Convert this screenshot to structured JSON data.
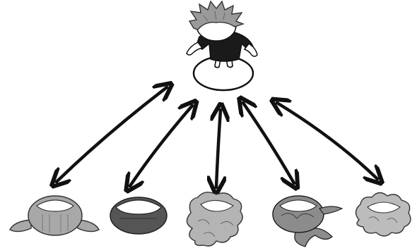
{
  "scene": {
    "center_figure": {
      "icon": "chibi-character-top-view",
      "hair_color": "#9a9a9a",
      "shirt_color": "#1a1a1a"
    },
    "arrows": {
      "count": 5,
      "style": "double-headed",
      "color": "#111111"
    },
    "heads": [
      {
        "icon": "head-twin-tails",
        "hair_color": "#a8a8a8"
      },
      {
        "icon": "head-dark-bob",
        "hair_color": "#555555"
      },
      {
        "icon": "head-curly-long",
        "hair_color": "#b4b4b4"
      },
      {
        "icon": "head-wavy-fish-tail",
        "hair_color": "#8c8c8c"
      },
      {
        "icon": "head-fluffy-curls",
        "hair_color": "#bcbcbc"
      }
    ]
  }
}
